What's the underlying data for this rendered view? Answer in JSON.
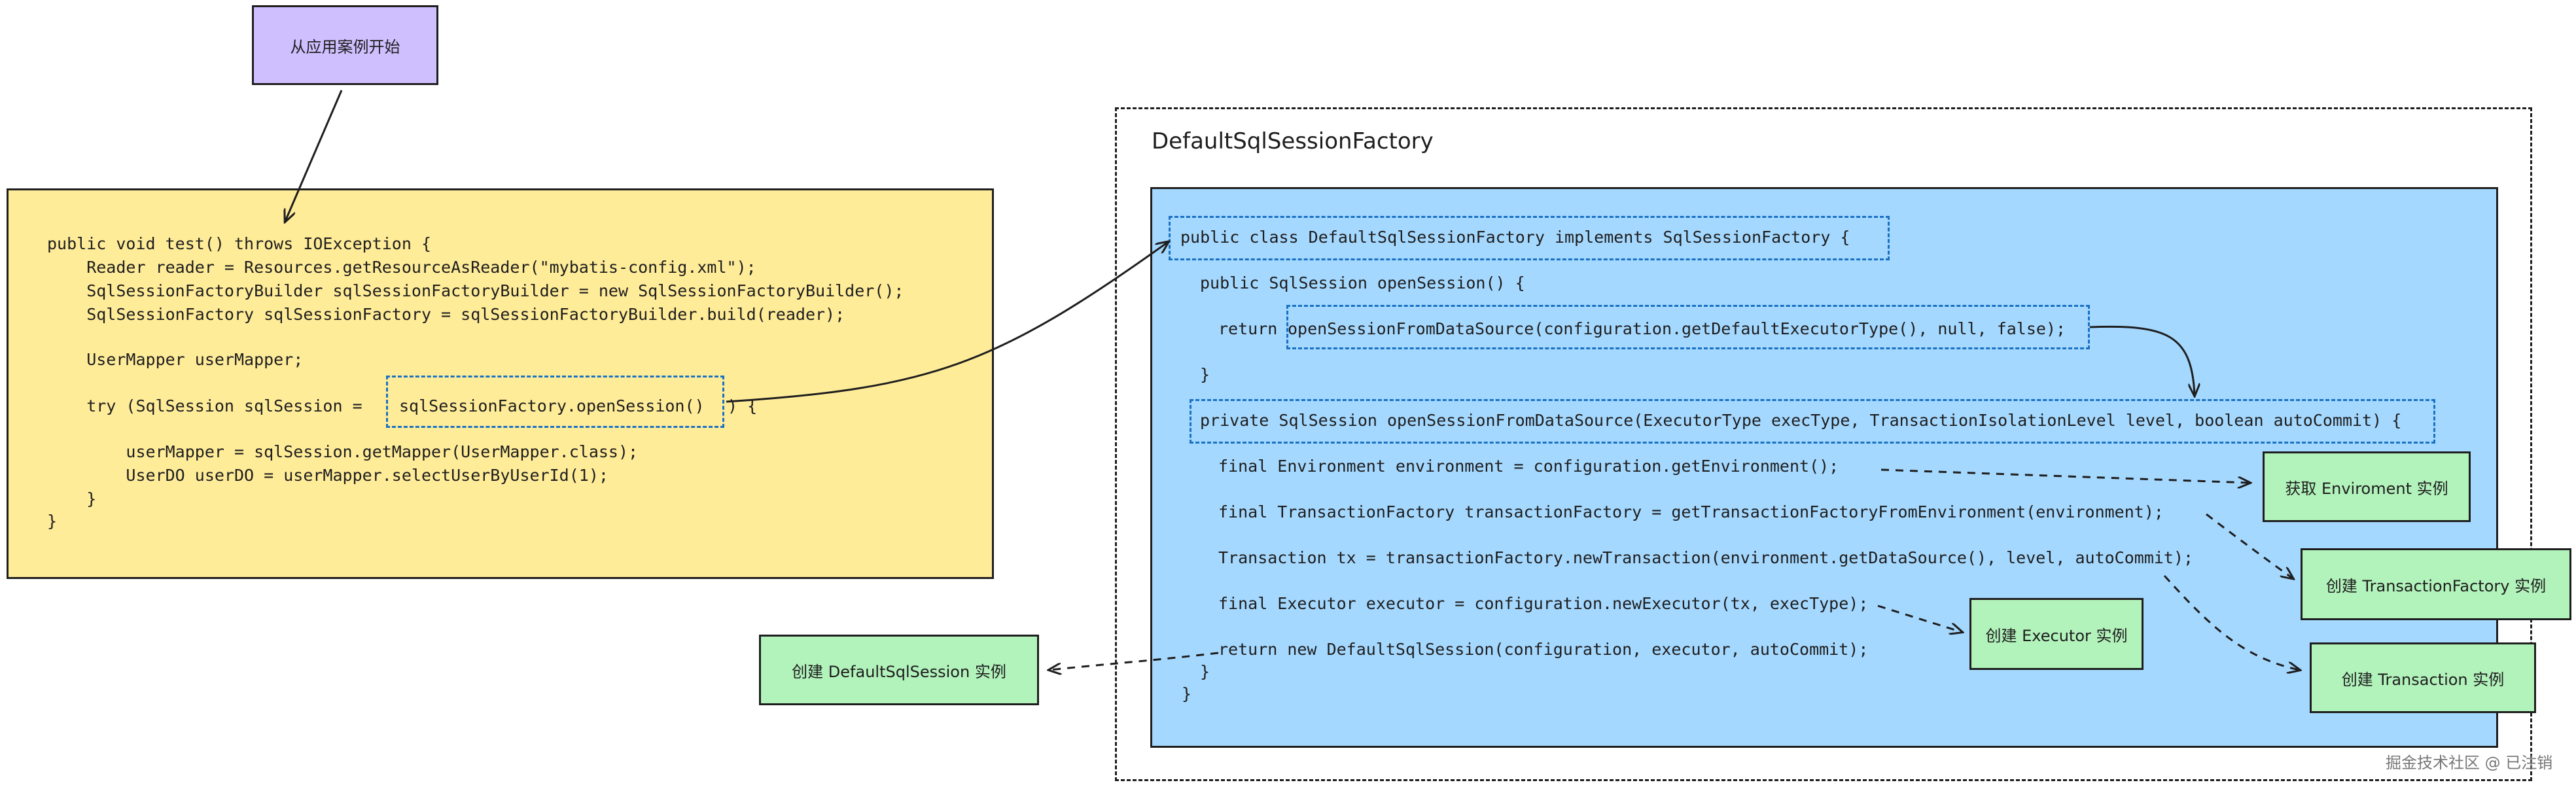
{
  "colors": {
    "start_fill": "#d0bfff",
    "code_fill": "#ffec99",
    "factory_fill": "#a5d8ff",
    "note_fill": "#b2f2bb",
    "highlight_border": "#1971c2",
    "stroke": "#1e1e1e"
  },
  "start_note": "从应用案例开始",
  "test_code": {
    "lines": [
      "public void test() throws IOException {",
      "    Reader reader = Resources.getResourceAsReader(\"mybatis-config.xml\");",
      "    SqlSessionFactoryBuilder sqlSessionFactoryBuilder = new SqlSessionFactoryBuilder();",
      "    SqlSessionFactory sqlSessionFactory = sqlSessionFactoryBuilder.build(reader);",
      "    UserMapper userMapper;",
      "    try (SqlSession sqlSession =",
      "sqlSessionFactory.openSession()",
      ") {",
      "        userMapper = sqlSession.getMapper(UserMapper.class);",
      "        UserDO userDO = userMapper.selectUserByUserId(1);",
      "    }",
      "}"
    ]
  },
  "factory": {
    "title": "DefaultSqlSessionFactory",
    "lines": [
      "public class DefaultSqlSessionFactory implements SqlSessionFactory {",
      "public SqlSession openSession() {",
      "return",
      "openSessionFromDataSource(configuration.getDefaultExecutorType(), null, false);",
      "}",
      "private SqlSession openSessionFromDataSource(ExecutorType execType, TransactionIsolationLevel level, boolean autoCommit) {",
      "final Environment environment = configuration.getEnvironment();",
      "final TransactionFactory transactionFactory = getTransactionFactoryFromEnvironment(environment);",
      "Transaction tx = transactionFactory.newTransaction(environment.getDataSource(), level, autoCommit);",
      "final Executor executor = configuration.newExecutor(tx, execType);",
      "return new DefaultSqlSession(configuration, executor, autoCommit);",
      "}",
      "}"
    ]
  },
  "notes": {
    "environment": "获取 Enviroment 实例",
    "transaction_factory": "创建 TransactionFactory 实例",
    "executor": "创建 Executor 实例",
    "transaction": "创建 Transaction 实例",
    "default_sql_session": "创建 DefaultSqlSession 实例"
  },
  "watermark": "掘金技术社区 @ 已注销"
}
